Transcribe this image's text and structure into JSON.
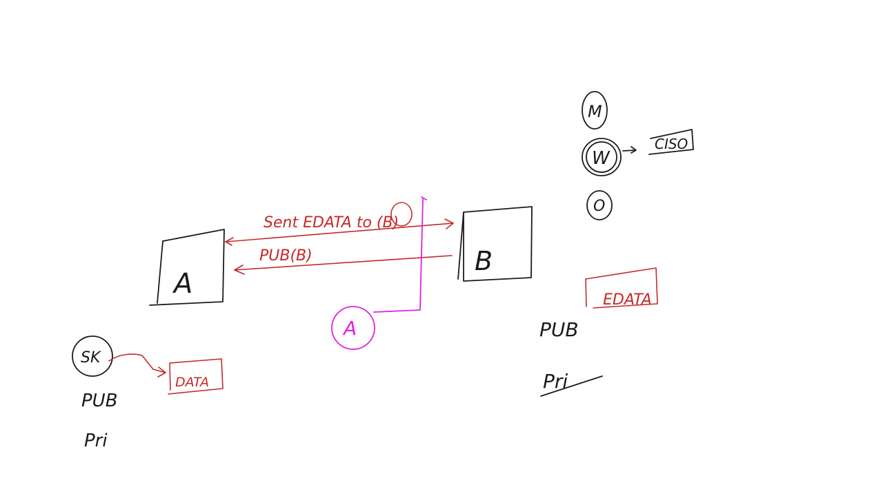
{
  "colors": {
    "background": "#ffffff",
    "black_ink": "#1a1a1a",
    "red_ink": "#c62828",
    "magenta_ink": "#e020e0"
  },
  "box_a": {
    "label": "A"
  },
  "box_b": {
    "label": "B"
  },
  "arrow_top": {
    "label": "Sent EDATA to (B)"
  },
  "arrow_bottom": {
    "label": "PUB(B)"
  },
  "attacker": {
    "label": "A"
  },
  "sk_circle": {
    "label": "SK"
  },
  "data_box": {
    "label": "DATA"
  },
  "left_keys": {
    "pub": "PUB",
    "pri": "Pri"
  },
  "right_keys": {
    "pub": "PUB",
    "pri": "Pri"
  },
  "edata_box": {
    "label": "EDATA"
  },
  "stack": {
    "top": "M",
    "middle": "W",
    "bottom": "O",
    "middle_target": "CISO"
  }
}
